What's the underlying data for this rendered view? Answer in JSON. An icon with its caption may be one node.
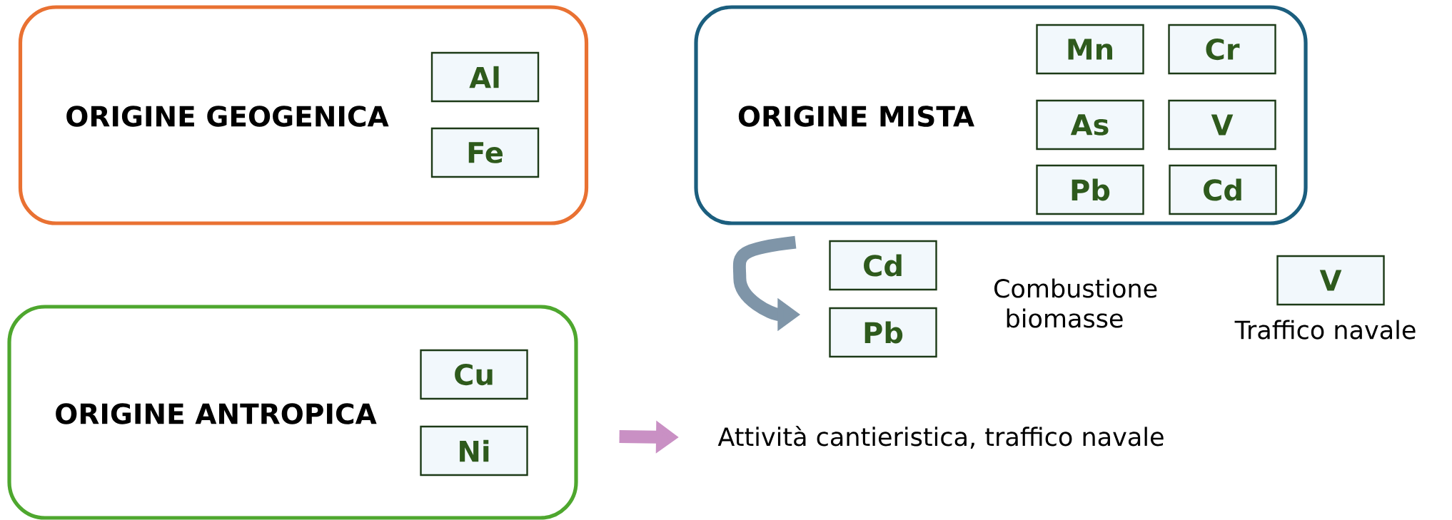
{
  "diagram": {
    "nodes": [
      {
        "text": [
          "ORIGINE GEOGENICA"
        ]
      },
      {
        "text": [
          "Al"
        ],
        "in": 0
      },
      {
        "text": [
          "Fe"
        ],
        "in": 0
      },
      {
        "text": [
          "ORIGINE MISTA"
        ]
      },
      {
        "text": [
          "Mn"
        ],
        "in": 3
      },
      {
        "text": [
          "Cr"
        ],
        "in": 3
      },
      {
        "text": [
          "As"
        ],
        "in": 3
      },
      {
        "text": [
          "V"
        ],
        "in": 3
      },
      {
        "text": [
          "Pb"
        ],
        "in": 3
      },
      {
        "text": [
          "Cd"
        ],
        "in": 3
      },
      {
        "text": [
          "ORIGINE ANTROPICA"
        ]
      },
      {
        "text": [
          "Cu"
        ],
        "in": 10
      },
      {
        "text": [
          "Ni"
        ],
        "in": 10
      },
      {
        "text": [
          "Cd"
        ]
      },
      {
        "text": [
          "Pb"
        ]
      },
      {
        "text": [
          "V"
        ],
        "beside": [
          "Traffico navale"
        ]
      },
      {
        "text": [
          "Attività cantieristica, traffico navale"
        ]
      }
    ],
    "edges": [
      {
        "from": 3,
        "to": 14,
        "arrow": "to",
        "color": "#7f95a8"
      },
      {
        "from": 10,
        "to": 16,
        "arrow": "to",
        "color": "#c990c4"
      }
    ],
    "labels": [
      "Combustione biomasse"
    ]
  }
}
